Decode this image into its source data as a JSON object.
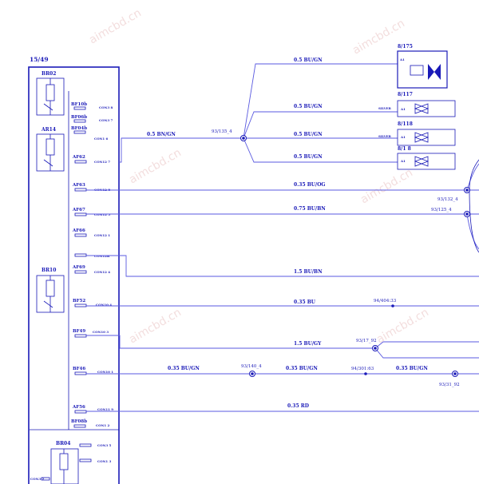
{
  "watermark": "aimcbd.cn",
  "module": {
    "label": "15/49",
    "relays": [
      "BR02",
      "AR14",
      "BR10",
      "BR04"
    ],
    "pins": [
      {
        "name": "BF10b",
        "conn": "CON3 8"
      },
      {
        "name": "BF06b",
        "conn": "CON3 7"
      },
      {
        "name": "BF04b",
        "conn": "CON1 6"
      },
      {
        "name": "AF62",
        "conn": "CON12 7"
      },
      {
        "name": "AF63",
        "conn": "CON12 8"
      },
      {
        "name": "AF67",
        "conn": "CON12 3"
      },
      {
        "name": "AF66",
        "conn": "CON12 1"
      },
      {
        "name": "",
        "conn": "CON12B"
      },
      {
        "name": "AF69",
        "conn": "CON12 4"
      },
      {
        "name": "BF52",
        "conn": "CON10 4"
      },
      {
        "name": "BF49",
        "conn": "CON10 3"
      },
      {
        "name": "BF46",
        "conn": "CON10 1"
      },
      {
        "name": "AF56",
        "conn": "CON11 9"
      },
      {
        "name": "BF08b",
        "conn": "CON1 2"
      },
      {
        "name": "",
        "conn": "CON3 5"
      },
      {
        "name": "",
        "conn": "CON1 3"
      },
      {
        "name": "",
        "conn": "CON3 2"
      }
    ]
  },
  "wires": [
    {
      "label": "0.5 BN/GN"
    },
    {
      "label": "0.5 BU/GN"
    },
    {
      "label": "0.5 BU/GN"
    },
    {
      "label": "0.5 BU/GN"
    },
    {
      "label": "0.5 BU/GN"
    },
    {
      "label": "0.35 BU/OG"
    },
    {
      "label": "0.75 BU/BN"
    },
    {
      "label": "1.5 BU/BN"
    },
    {
      "label": "0.35 BU"
    },
    {
      "label": "1.5 BU/GY"
    },
    {
      "label": "0.35 BU/GN"
    },
    {
      "label": "0.35 BU/GN"
    },
    {
      "label": "0.35 BU/GN"
    },
    {
      "label": "0.35 RD"
    }
  ],
  "splices": [
    {
      "label": "93/135_4"
    },
    {
      "label": "93/132_4"
    },
    {
      "label": "93/125_4"
    },
    {
      "label": "94/404:33"
    },
    {
      "label": "93/17_92"
    },
    {
      "label": "93/140_4"
    },
    {
      "label": "94/301:63"
    },
    {
      "label": "93/31_92"
    }
  ],
  "components": [
    {
      "ref": "8/175",
      "pin": "A1",
      "tag": ""
    },
    {
      "ref": "8/117",
      "pin": "A1",
      "tag": "SILVER"
    },
    {
      "ref": "8/118",
      "pin": "A1",
      "tag": "SILVER"
    },
    {
      "ref": "8/1 8",
      "pin": "A1",
      "tag": ""
    }
  ]
}
